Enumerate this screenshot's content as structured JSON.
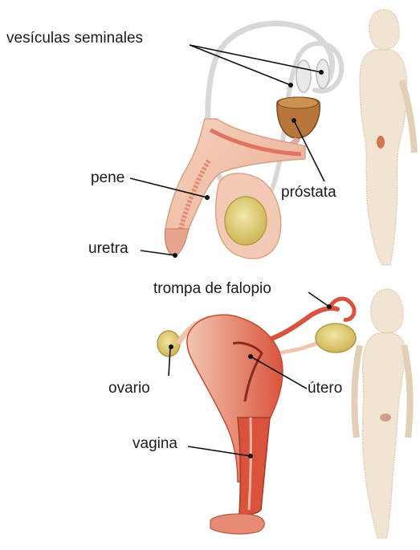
{
  "male": {
    "labels": {
      "vesiculas": "vesículas seminales",
      "pene": "pene",
      "prostata": "próstata",
      "uretra": "uretra"
    }
  },
  "female": {
    "labels": {
      "trompa": "trompa de falopio",
      "ovario": "ovario",
      "utero": "útero",
      "vagina": "vagina"
    }
  },
  "colors": {
    "tissue_light": "#f2c9b3",
    "tissue_dark": "#d9533c",
    "gland_yellow": "#e6d27a",
    "prostate_brown": "#b9763a",
    "tube_grey": "#d8d8d8",
    "silhouette_beige": "#f1e4d2",
    "line": "#111111"
  }
}
